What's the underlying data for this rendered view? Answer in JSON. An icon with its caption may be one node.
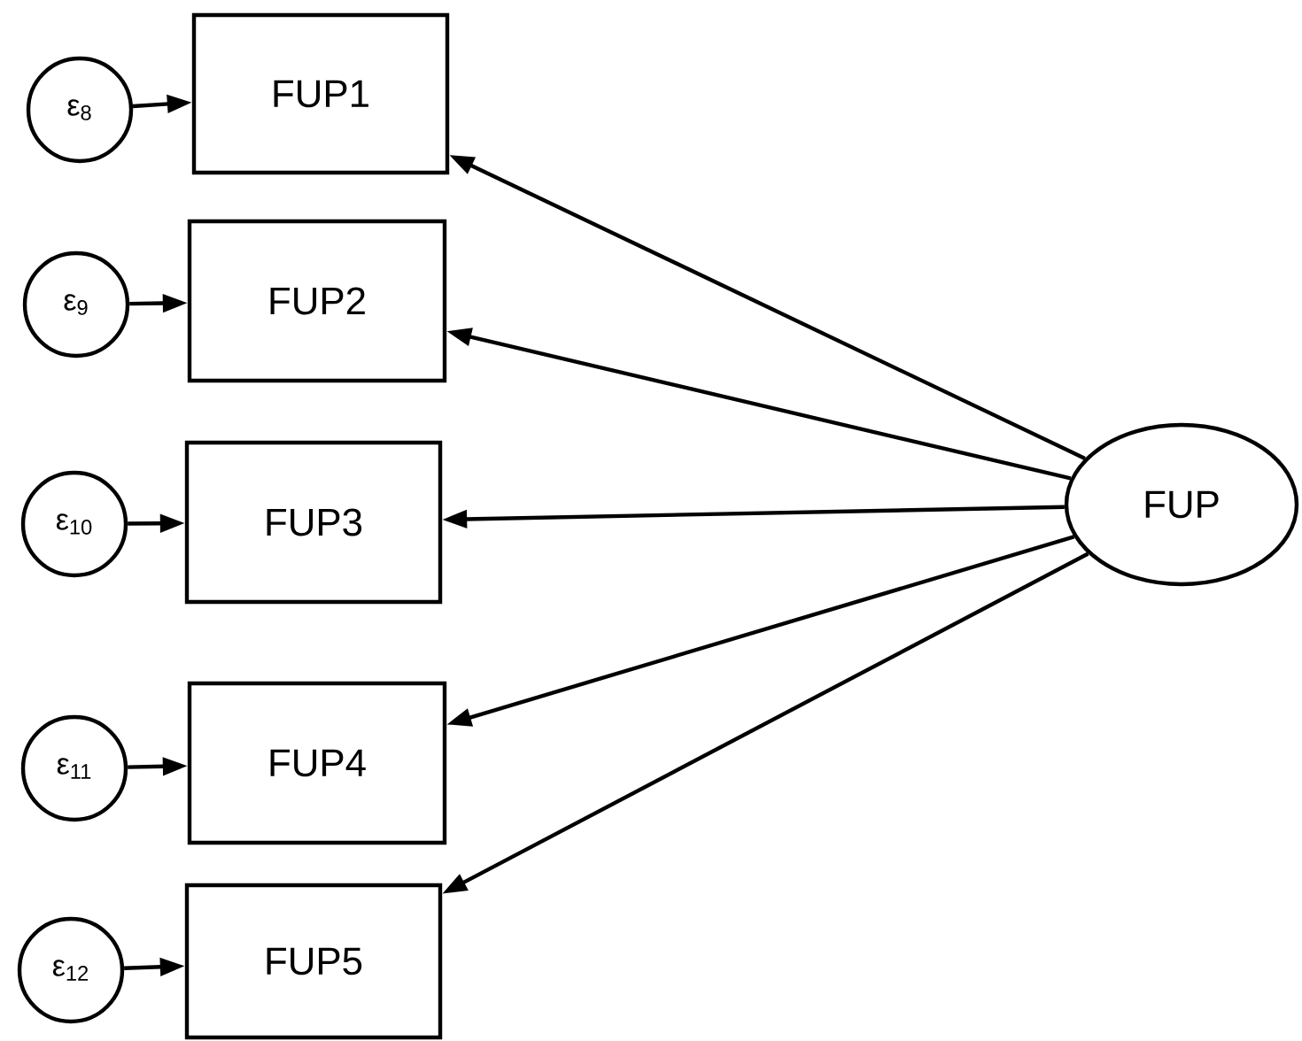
{
  "diagram": {
    "nodes": [
      {
        "text": [
          "ε$_{8}$"
        ]
      },
      {
        "text": [
          "FUP1"
        ]
      },
      {
        "text": [
          "ε$_{9}$"
        ]
      },
      {
        "text": [
          "FUP2"
        ]
      },
      {
        "text": [
          "ε$_{10}$"
        ]
      },
      {
        "text": [
          "FUP3"
        ]
      },
      {
        "text": [
          "ε$_{11}$"
        ]
      },
      {
        "text": [
          "FUP4"
        ]
      },
      {
        "text": [
          "ε$_{12}$"
        ]
      },
      {
        "text": [
          "FUP5"
        ]
      },
      {
        "text": [
          "FUP"
        ]
      }
    ],
    "edges": [
      {
        "from": 0,
        "to": 1,
        "arrow": "to"
      },
      {
        "from": 2,
        "to": 3,
        "arrow": "to"
      },
      {
        "from": 4,
        "to": 5,
        "arrow": "to"
      },
      {
        "from": 6,
        "to": 7,
        "arrow": "to"
      },
      {
        "from": 8,
        "to": 9,
        "arrow": "to"
      },
      {
        "from": 10,
        "to": 1,
        "arrow": "to"
      },
      {
        "from": 10,
        "to": 3,
        "arrow": "to"
      },
      {
        "from": 10,
        "to": 5,
        "arrow": "to"
      },
      {
        "from": 10,
        "to": 7,
        "arrow": "to"
      },
      {
        "from": 10,
        "to": 9,
        "arrow": "to"
      }
    ]
  }
}
